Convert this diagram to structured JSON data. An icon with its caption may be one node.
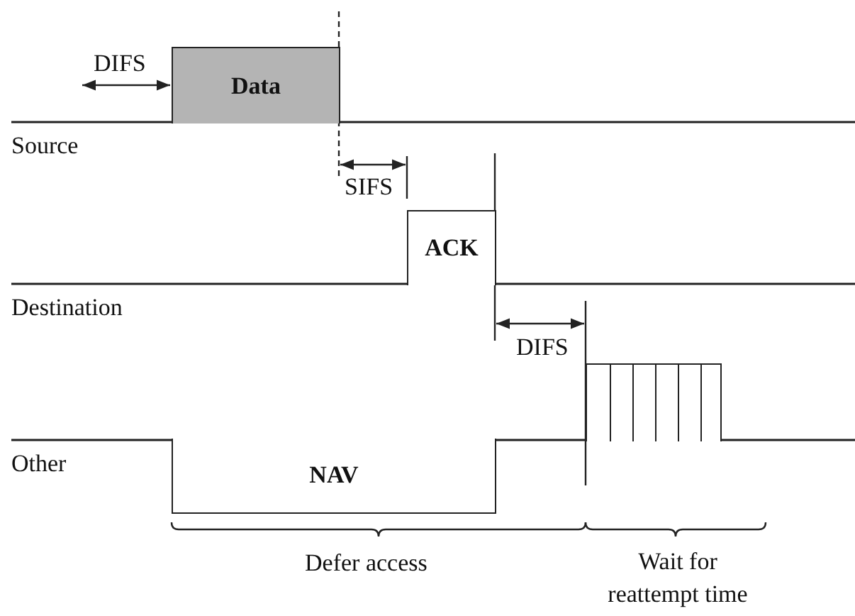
{
  "diagram": {
    "nodes": [
      {
        "text": [
          "Data"
        ]
      },
      {
        "text": [
          "ACK"
        ]
      },
      {
        "text": [],
        "shape": "box"
      },
      {
        "text": [
          "NAV"
        ]
      }
    ],
    "labels": [
      "DIFS",
      "Source",
      "SIFS",
      "Destination",
      "DIFS",
      "Other",
      "Defer access",
      "Wait for reattempt time"
    ]
  }
}
